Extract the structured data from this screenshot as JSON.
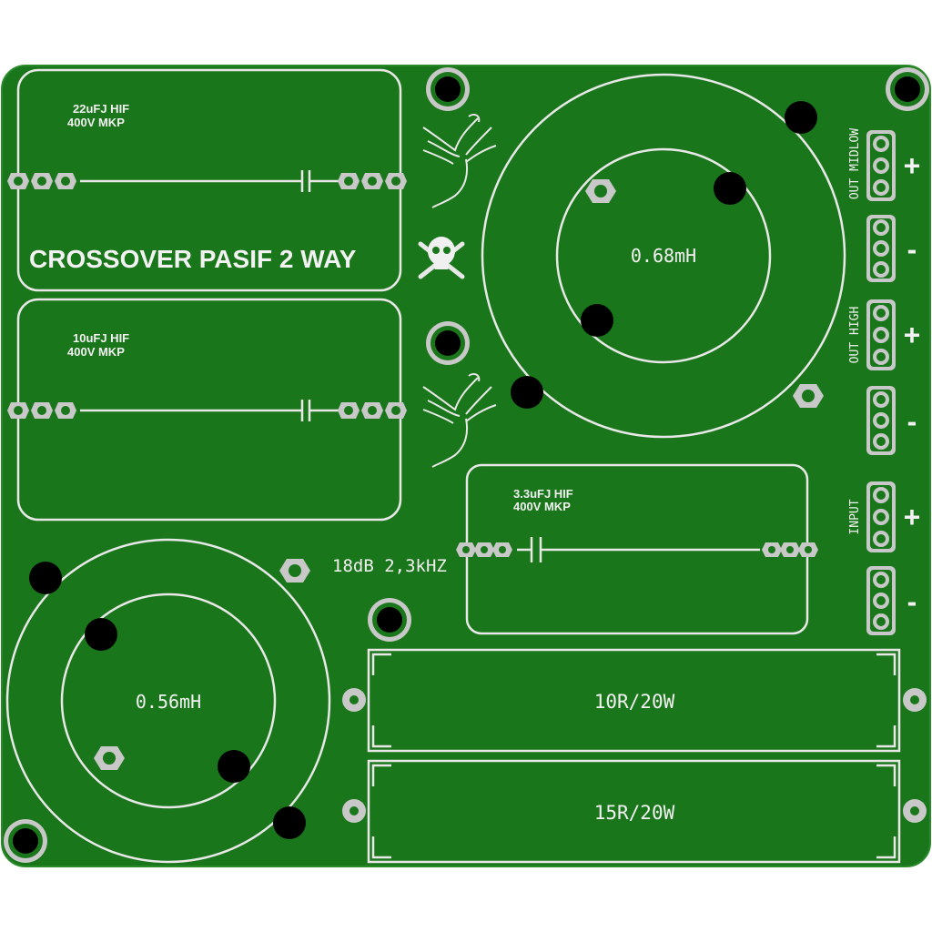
{
  "board": {
    "colors": {
      "solder_mask": "#1a761a",
      "silkscreen": "#f0f0f0",
      "pad": "#c8c8c8",
      "hole": "#000000"
    },
    "title": "CROSSOVER PASIF 2 WAY",
    "spec": "18dB 2,3kHZ"
  },
  "capacitors": [
    {
      "line1": "22uFJ HIF",
      "line2": "400V MKP"
    },
    {
      "line1": "10uFJ HIF",
      "line2": "400V MKP"
    },
    {
      "line1": "3.3uFJ HIF",
      "line2": "400V MKP"
    }
  ],
  "inductors": [
    {
      "value": "0.68mH"
    },
    {
      "value": "0.56mH"
    }
  ],
  "resistors": [
    {
      "value": "10R/20W"
    },
    {
      "value": "15R/20W"
    }
  ],
  "terminals": [
    {
      "label": "OUT MIDLOW",
      "plus": "+",
      "minus": "-"
    },
    {
      "label": "OUT HIGH",
      "plus": "+",
      "minus": "-"
    },
    {
      "label": "INPUT",
      "plus": "+",
      "minus": "-"
    }
  ],
  "art": [
    {
      "icon": "phoenix-icon"
    },
    {
      "icon": "skull-crossbones-icon"
    },
    {
      "icon": "phoenix-icon"
    }
  ]
}
